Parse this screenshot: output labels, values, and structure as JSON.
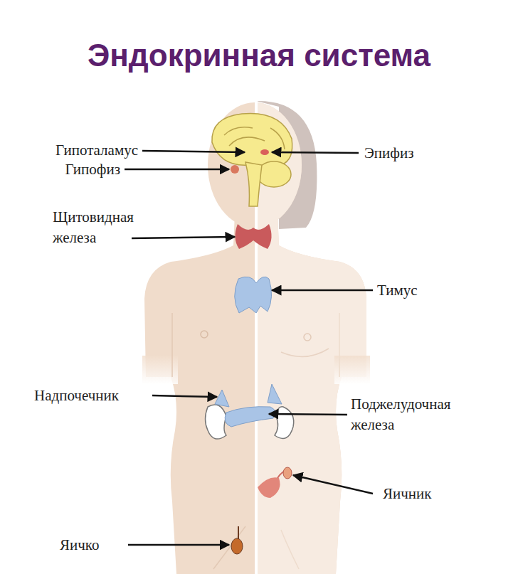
{
  "diagram": {
    "title": "Эндокринная система",
    "labels": [
      "Гипоталамус",
      "Гипофиз",
      "Эпифиз",
      "Щитовидная железа",
      "Тимус",
      "Надпочечник",
      "Поджелудочная железа",
      "Яичник",
      "Яичко"
    ]
  }
}
